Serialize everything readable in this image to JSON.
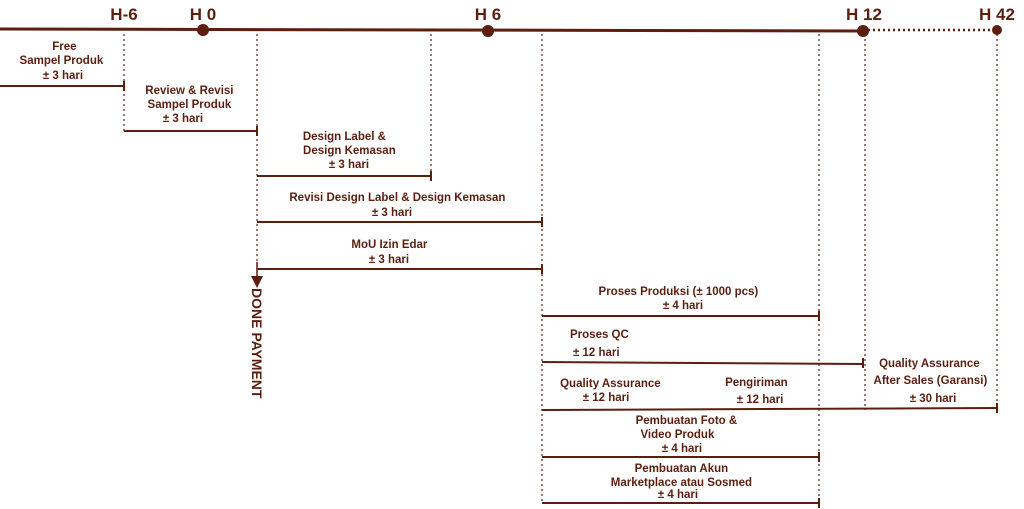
{
  "colors": {
    "line": "#5b1e0f",
    "text": "#5b1e0f"
  },
  "milestones": [
    {
      "id": "hm6",
      "label": "H-6"
    },
    {
      "id": "h0",
      "label": "H 0"
    },
    {
      "id": "h6",
      "label": "H 6"
    },
    {
      "id": "h12",
      "label": "H 12"
    },
    {
      "id": "h42",
      "label": "H 42"
    }
  ],
  "tasks": [
    {
      "id": "free-sample",
      "lines": [
        "Free",
        "Sampel Produk",
        "± 3 hari"
      ]
    },
    {
      "id": "review-revisi",
      "lines": [
        "Review & Revisi",
        "Sampel Produk",
        "± 3 hari"
      ]
    },
    {
      "id": "design-label",
      "lines": [
        "Design Label &",
        "Design Kemasan",
        "± 3 hari"
      ]
    },
    {
      "id": "revisi-design",
      "lines": [
        "Revisi Design Label & Design Kemasan",
        "± 3 hari"
      ]
    },
    {
      "id": "mou-izin",
      "lines": [
        "MoU Izin Edar",
        "± 3 hari"
      ]
    },
    {
      "id": "proses-produksi",
      "lines": [
        "Proses Produksi (± 1000 pcs)",
        "± 4 hari"
      ]
    },
    {
      "id": "proses-qc",
      "lines": [
        "Proses QC",
        "± 12 hari"
      ]
    },
    {
      "id": "quality-assurance",
      "lines": [
        "Quality Assurance",
        "± 12 hari"
      ]
    },
    {
      "id": "pengiriman",
      "lines": [
        "Pengiriman",
        "± 12 hari"
      ]
    },
    {
      "id": "qa-after-sales",
      "lines": [
        "Quality Assurance",
        "After Sales (Garansi)",
        "± 30 hari"
      ]
    },
    {
      "id": "foto-video",
      "lines": [
        "Pembuatan Foto &",
        "Video Produk",
        "± 4 hari"
      ]
    },
    {
      "id": "akun-marketplace",
      "lines": [
        "Pembuatan Akun",
        "Marketplace atau Sosmed",
        "± 4 hari"
      ]
    }
  ],
  "done_payment": "DONE PAYMENT"
}
